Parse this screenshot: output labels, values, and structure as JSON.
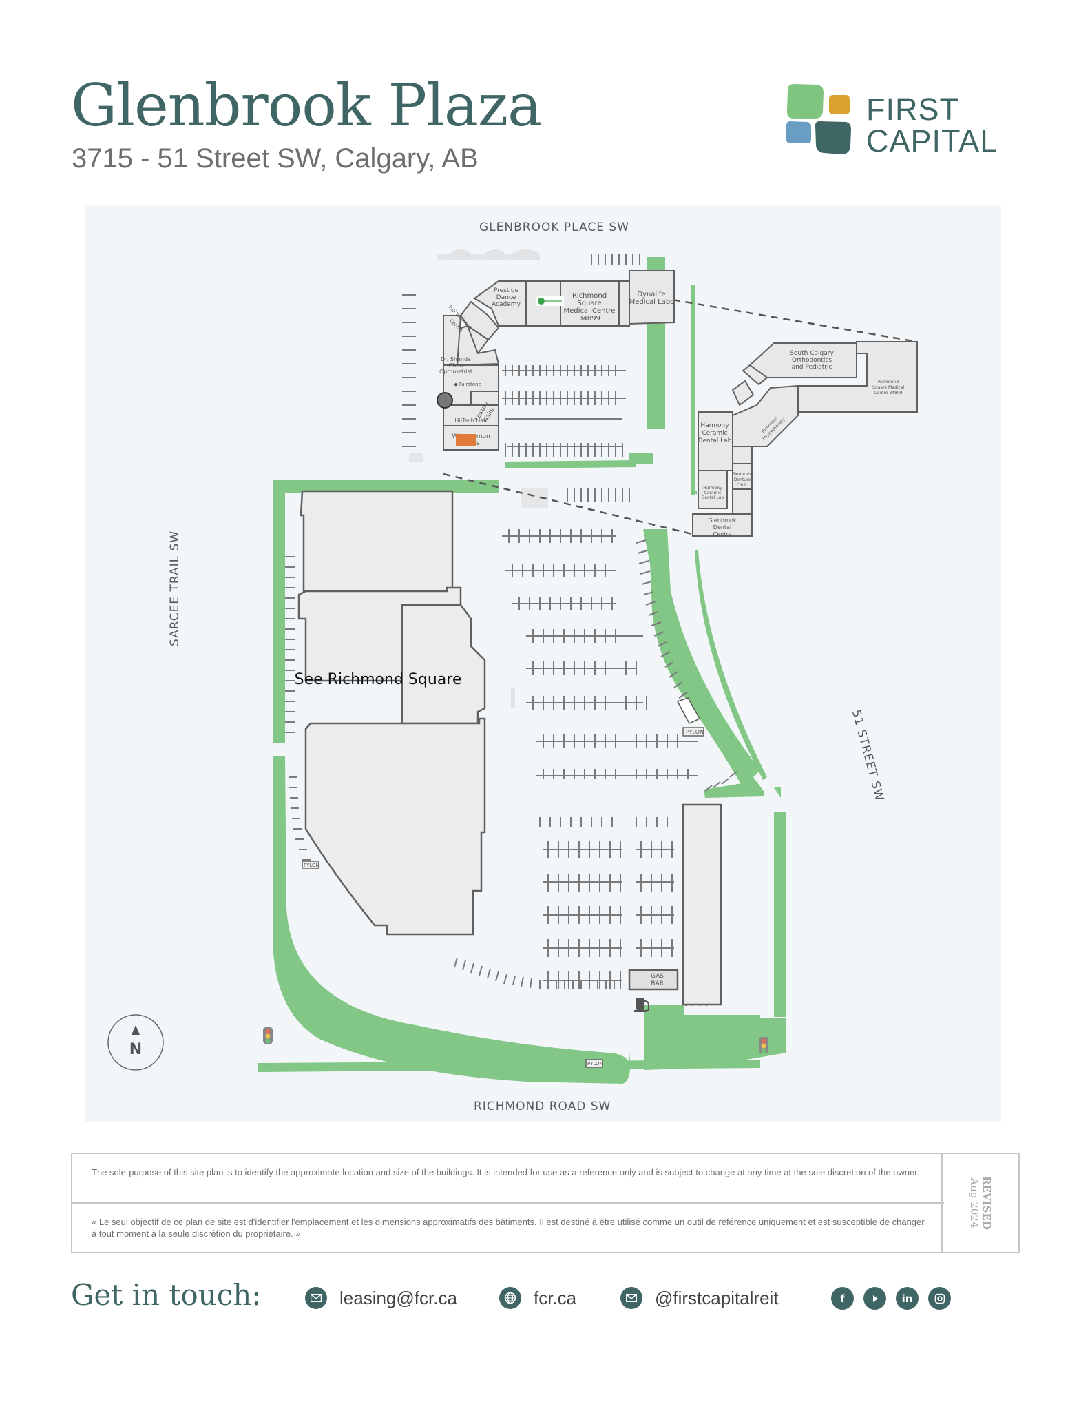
{
  "header": {
    "title": "Glenbrook Plaza",
    "address": "3715 - 51 Street SW, Calgary, AB"
  },
  "logo": {
    "line1": "FIRST",
    "line2": "CAPITAL",
    "colors": [
      "#7fc57f",
      "#d9a22c",
      "#6a9dc4",
      "#3f6664"
    ]
  },
  "map": {
    "streets": {
      "north": "GLENBROOK  PLACE  SW",
      "south": "RICHMOND  ROAD SW",
      "west": "SARCEE  TRAIL  SW",
      "east": "51  STREET SW"
    },
    "anchor_label": "See Richmond Square",
    "north_arrow": "N",
    "gas_bar": [
      "GAS",
      "BAR"
    ],
    "pylon_label": "PYLON",
    "tenants_north_building": [
      "Prestige Dance Academy",
      "Richmond Square Medical Centre 34899",
      "Dynalife Medical Labs",
      "Fuji Wellness Centre",
      "Dr. Shanda Chau Optometrist",
      "Fairstone",
      "Luxury Nails",
      "Hi-Tech Hair",
      "West Lemon Grass"
    ],
    "tenants_inset": [
      "South Calgary Orthodontics and Pediatric",
      "Richmond Square Medical Centre 34899",
      "Harmony Ceramic Dental Lab",
      "Richmond Physiotherapy",
      "Glenbrook Denture Clinic",
      "Glenbrook Dental Centre"
    ],
    "colors": {
      "background": "#f2f6f9",
      "green": "#82c785",
      "building": "#ececec",
      "outline": "#5f5f5f"
    }
  },
  "disclaimer": {
    "english": "The sole-purpose of this site plan is to identify the approximate location and size of the buildings. It is intended for use as a reference only and is subject to change at any time at the sole discretion of the owner.",
    "french": "« Le seul objectif de ce plan de site est d'identifier l'emplacement et les dimensions approximatifs des bâtiments. Il est destiné à être utilisé comme un outil de référence uniquement et est susceptible de changer à tout moment à la seule discrétion du propriétaire. »",
    "revised_label": "REVISED",
    "revised_date": "Aug 2024"
  },
  "contact": {
    "heading": "Get in touch:",
    "email": "leasing@fcr.ca",
    "website": "fcr.ca",
    "social_handle": "@firstcapitalreit",
    "social_icons": [
      "facebook-icon",
      "youtube-icon",
      "linkedin-icon",
      "instagram-icon"
    ]
  }
}
